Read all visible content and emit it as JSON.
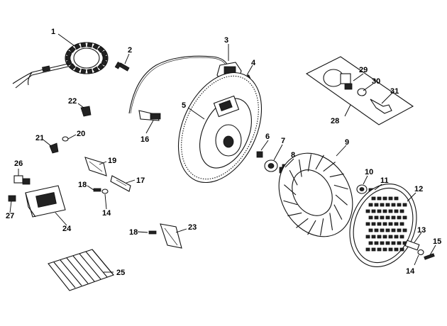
{
  "diagram": {
    "callouts": [
      "1",
      "2",
      "3",
      "4",
      "5",
      "6",
      "7",
      "8",
      "9",
      "10",
      "11",
      "12",
      "13",
      "14",
      "14",
      "15",
      "16",
      "17",
      "18",
      "18",
      "19",
      "20",
      "21",
      "22",
      "23",
      "24",
      "25",
      "26",
      "27",
      "28",
      "29",
      "30",
      "31"
    ]
  }
}
